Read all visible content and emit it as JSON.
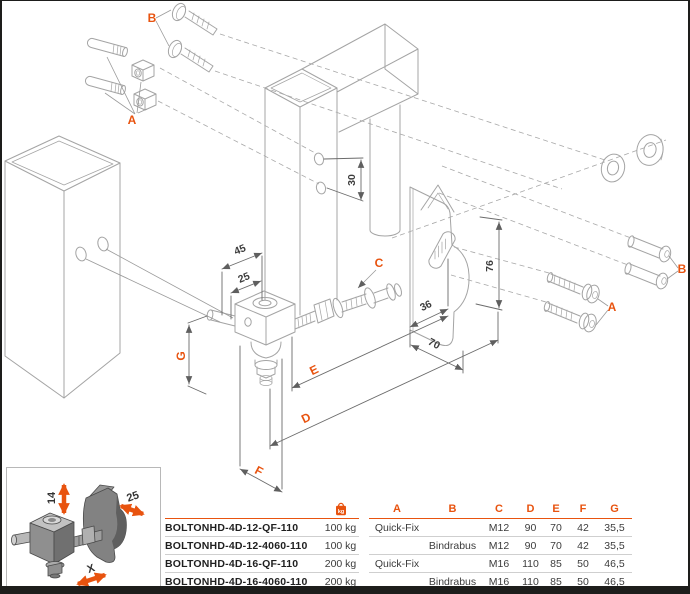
{
  "accent": "#e8530f",
  "drawing": {
    "callouts": {
      "b_top": "B",
      "a_top": "A",
      "c": "C",
      "e": "E",
      "d": "D",
      "f": "F",
      "g": "G",
      "a_right": "A",
      "b_right": "B"
    },
    "dims": {
      "hole_spacing": "30",
      "bracket_width": "45",
      "bracket_offset": "25",
      "plate_slot_offset": "36",
      "plate_width": "70",
      "plate_height": "76"
    }
  },
  "inset": {
    "dims": {
      "vertical_adjust": "14",
      "lateral_adjust": "25",
      "axial_adjust": "X"
    }
  },
  "table": {
    "header": {
      "weight_unit": "kg",
      "cols": [
        "A",
        "B",
        "C",
        "D",
        "E",
        "F",
        "G"
      ]
    },
    "rows": [
      {
        "name": "BOLTONHD-4D-12-QF-110",
        "weight": "100 kg",
        "a": "Quick-Fix",
        "b": "",
        "c": "M12",
        "d": "90",
        "e": "70",
        "f": "42",
        "g": "35,5"
      },
      {
        "name": "BOLTONHD-4D-12-4060-110",
        "weight": "100 kg",
        "a": "",
        "b": "Bindrabus",
        "c": "M12",
        "d": "90",
        "e": "70",
        "f": "42",
        "g": "35,5"
      },
      {
        "name": "BOLTONHD-4D-16-QF-110",
        "weight": "200 kg",
        "a": "Quick-Fix",
        "b": "",
        "c": "M16",
        "d": "110",
        "e": "85",
        "f": "50",
        "g": "46,5"
      },
      {
        "name": "BOLTONHD-4D-16-4060-110",
        "weight": "200 kg",
        "a": "",
        "b": "Bindrabus",
        "c": "M16",
        "d": "110",
        "e": "85",
        "f": "50",
        "g": "46,5"
      }
    ]
  }
}
